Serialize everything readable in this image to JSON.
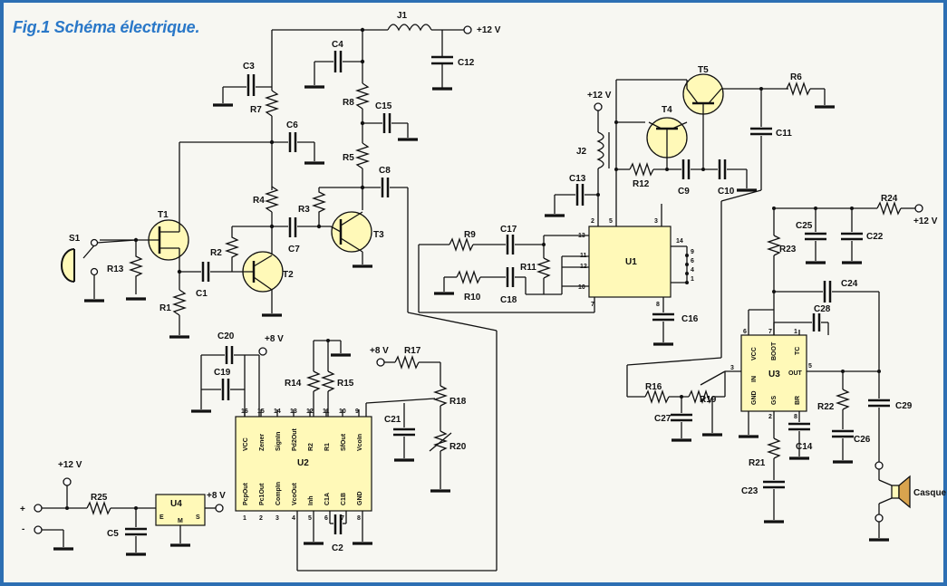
{
  "title": "Fig.1 Schéma électrique.",
  "colors": {
    "title": "#2a78c8",
    "frame": "#2d6fb3",
    "component_fill": "#fff9b8",
    "ink": "#111111"
  },
  "supplies": {
    "p12": "+12 V",
    "p8": "+8 V",
    "plus": "+",
    "minus": "-"
  },
  "inductors": {
    "j1": "J1",
    "j2": "J2"
  },
  "switch": {
    "s1": "S1"
  },
  "transistors": {
    "t1": "T1",
    "t2": "T2",
    "t3": "T3",
    "t4": "T4",
    "t5": "T5"
  },
  "resistors": {
    "r1": "R1",
    "r2": "R2",
    "r3": "R3",
    "r4": "R4",
    "r5": "R5",
    "r6": "R6",
    "r7": "R7",
    "r8": "R8",
    "r9": "R9",
    "r10": "R10",
    "r11": "R11",
    "r12": "R12",
    "r13": "R13",
    "r14": "R14",
    "r15": "R15",
    "r16": "R16",
    "r17": "R17",
    "r18": "R18",
    "r19": "R19",
    "r20": "R20",
    "r21": "R21",
    "r22": "R22",
    "r23": "R23",
    "r24": "R24",
    "r25": "R25"
  },
  "capacitors": {
    "c1": "C1",
    "c2": "C2",
    "c3": "C3",
    "c4": "C4",
    "c5": "C5",
    "c6": "C6",
    "c7": "C7",
    "c8": "C8",
    "c9": "C9",
    "c10": "C10",
    "c11": "C11",
    "c12": "C12",
    "c13": "C13",
    "c14": "C14",
    "c15": "C15",
    "c16": "C16",
    "c17": "C17",
    "c18": "C18",
    "c19": "C19",
    "c20": "C20",
    "c21": "C21",
    "c22": "C22",
    "c23": "C23",
    "c24": "C24",
    "c25": "C25",
    "c26": "C26",
    "c27": "C27",
    "c28": "C28",
    "c29": "C29"
  },
  "u1": {
    "name": "U1",
    "pins_left": [
      "13",
      "11",
      "12",
      "10"
    ],
    "pins_top": [
      "2",
      "5",
      "3"
    ],
    "pins_right": [
      "14",
      "9",
      "6",
      "4",
      "1"
    ],
    "pins_bottom": [
      "7",
      "8"
    ]
  },
  "u2": {
    "name": "U2",
    "top_pin_nums": [
      "16",
      "15",
      "14",
      "13",
      "12",
      "11",
      "10",
      "9"
    ],
    "top_pin_names": [
      "VCC",
      "Zener",
      "SignIn",
      "Pd2Out",
      "R2",
      "R1",
      "SfOut",
      "VcoIn"
    ],
    "bottom_pin_names": [
      "PcpOut",
      "Pc1Out",
      "CompIn",
      "VcoOut",
      "Inh",
      "C1A",
      "C1B",
      "GND"
    ],
    "bottom_pin_nums": [
      "1",
      "2",
      "3",
      "4",
      "5",
      "6",
      "7",
      "8"
    ]
  },
  "u3": {
    "name": "U3",
    "left_pins": [
      "VCC",
      "IN",
      "GND"
    ],
    "left_nums": [
      "6",
      "3"
    ],
    "inner_top": [
      "BOOT",
      "TC"
    ],
    "inner_bottom": [
      "GS",
      "BR"
    ],
    "right_pin": "OUT",
    "pin_nums": [
      "7",
      "1",
      "5",
      "2",
      "8"
    ]
  },
  "u4": {
    "name": "U4",
    "pins": [
      "E",
      "M",
      "S"
    ]
  },
  "speaker": "Casque"
}
